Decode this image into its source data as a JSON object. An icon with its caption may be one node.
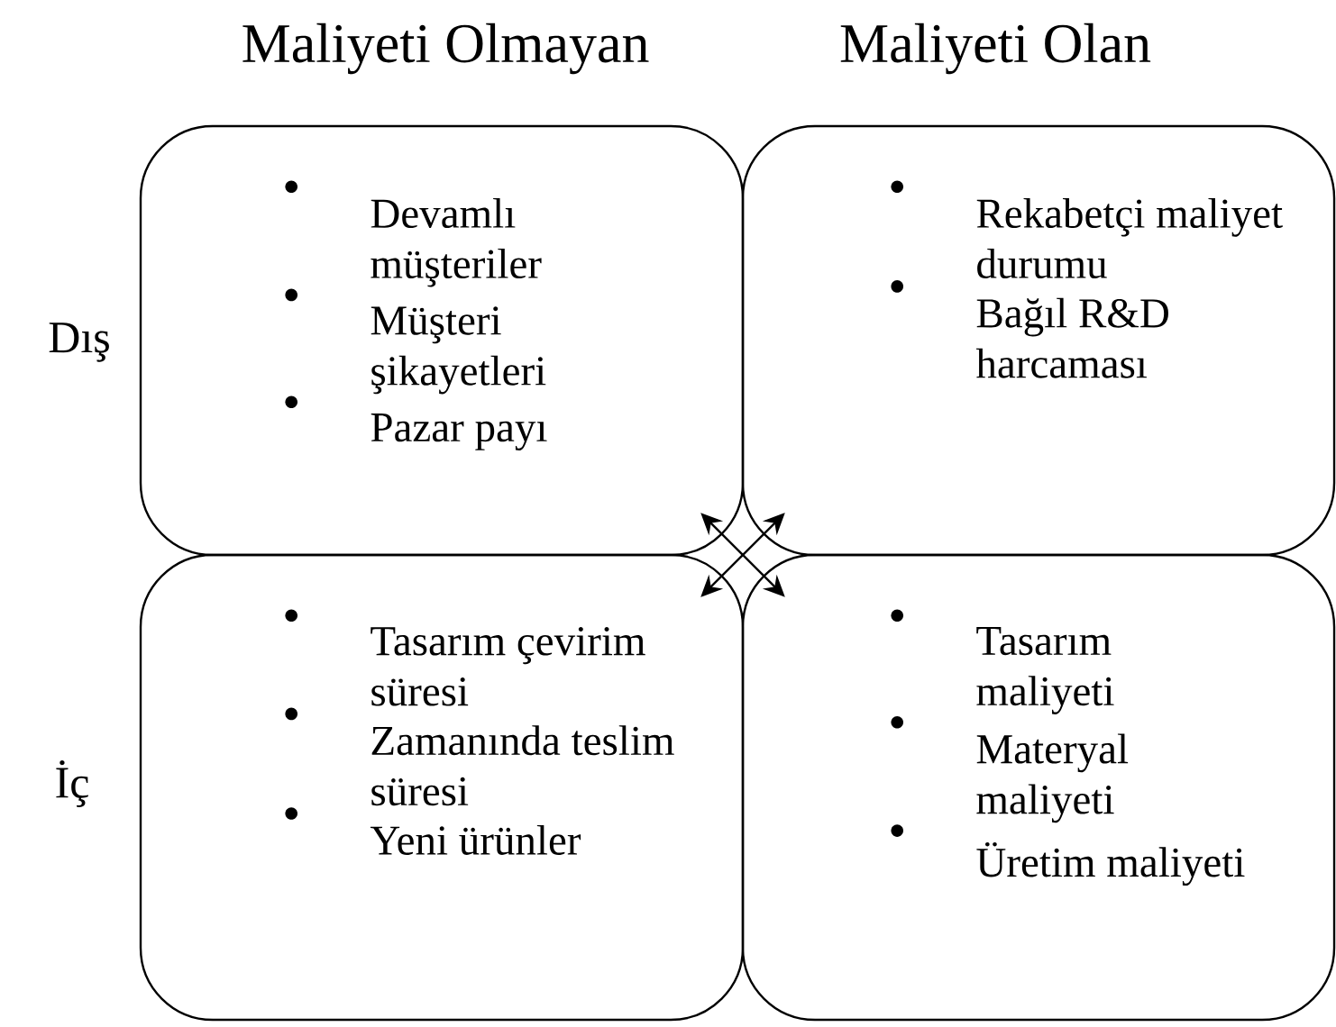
{
  "diagram": {
    "nodes": [
      {
        "text": [
          "Devamlı müşteriler",
          "Müşteri şikayetleri",
          "Pazar payı"
        ]
      },
      {
        "text": [
          "Rekabetçi maliyet durumu",
          "Bağıl R&D harcaması"
        ]
      },
      {
        "text": [
          "Tasarım çevirim süresi",
          "Zamanında teslim süresi",
          "Yeni ürünler"
        ]
      },
      {
        "text": [
          "Tasarım maliyeti",
          "Materyal  maliyeti",
          "Üretim maliyeti"
        ]
      }
    ],
    "edges": [
      {
        "from": 0,
        "to": 3,
        "arrow": "both"
      },
      {
        "from": 1,
        "to": 2,
        "arrow": "both"
      }
    ],
    "labels": [
      "Maliyeti Olmayan",
      "Maliyeti Olan",
      "Dış",
      "İç"
    ]
  }
}
